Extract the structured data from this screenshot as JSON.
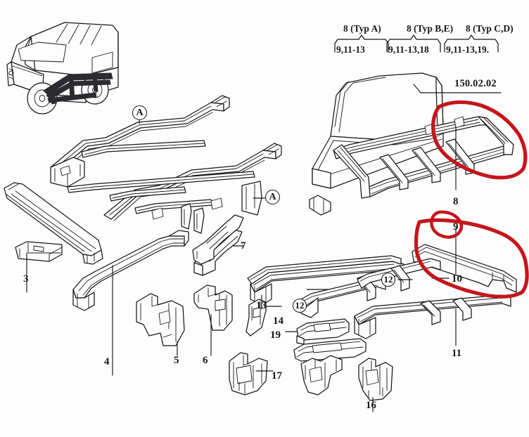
{
  "diagram": {
    "kind": "automotive-parts-exploded-diagram",
    "subject": "Vehicle floor assembly / frame cross members",
    "part_number": "150.02.02",
    "background_color": "#fdfdfd",
    "line_color": "#17171a",
    "annotation_color": "#c4161c"
  },
  "type_headers": [
    {
      "id": "typ-a",
      "top": "8 (Typ A)",
      "bottom": "9,11-13"
    },
    {
      "id": "typ-be",
      "top": "8 (Typ B,E)",
      "bottom": "9,11-13,18"
    },
    {
      "id": "typ-cd",
      "top": "8 (Typ C,D)",
      "bottom": "9,11-13,19."
    }
  ],
  "part_number_label": "150.02.02",
  "callouts": [
    {
      "id": "c3",
      "text": "3"
    },
    {
      "id": "c4",
      "text": "4"
    },
    {
      "id": "c5",
      "text": "5"
    },
    {
      "id": "c6",
      "text": "6"
    },
    {
      "id": "c7",
      "text": "7"
    },
    {
      "id": "c8",
      "text": "8"
    },
    {
      "id": "c9",
      "text": "9"
    },
    {
      "id": "c10",
      "text": "10"
    },
    {
      "id": "c11",
      "text": "11"
    },
    {
      "id": "c13",
      "text": "13"
    },
    {
      "id": "c14",
      "text": "14"
    },
    {
      "id": "c16",
      "text": "16"
    },
    {
      "id": "c17",
      "text": "17"
    },
    {
      "id": "c19",
      "text": "19"
    }
  ],
  "circled_callouts": [
    {
      "id": "ca1",
      "text": "A"
    },
    {
      "id": "ca2",
      "text": "A"
    },
    {
      "id": "c12a",
      "text": "12"
    },
    {
      "id": "c12b",
      "text": "12"
    }
  ],
  "vehicle_thumbnail": {
    "name": "suv-line-drawing",
    "description": "Boxy SUV three-quarter line drawing with highlighted underbody frame rails"
  },
  "annotations": [
    {
      "id": "ann-upper",
      "shape": "hand-drawn-oval",
      "targets": "8"
    },
    {
      "id": "ann-nine",
      "shape": "hand-drawn-loop",
      "targets": "9"
    },
    {
      "id": "ann-lower",
      "shape": "hand-drawn-outline",
      "targets": "10"
    }
  ]
}
